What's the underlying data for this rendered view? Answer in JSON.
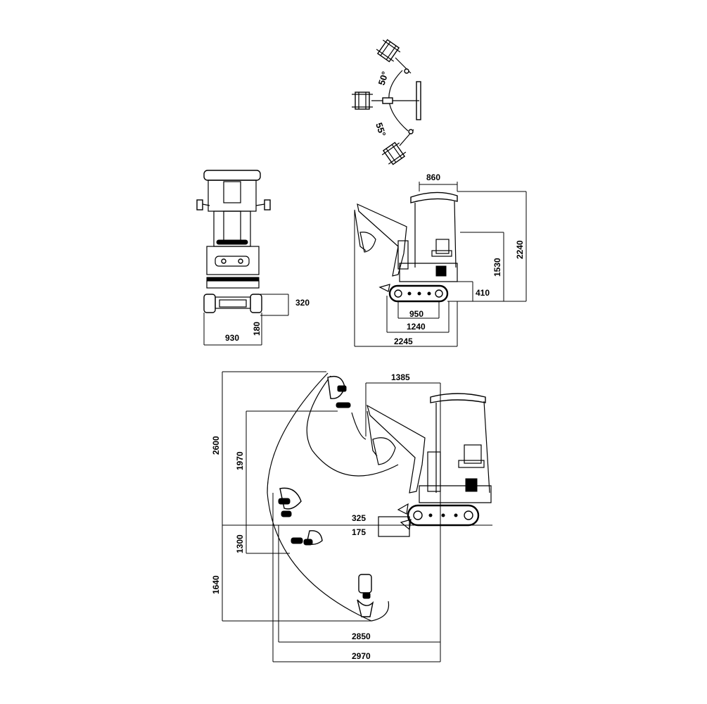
{
  "swing_view": {
    "angle_left": "50°",
    "angle_right": "55°"
  },
  "front_view": {
    "dim_blade_height": "320",
    "dim_track_width": "930",
    "dim_blade_drop": "180"
  },
  "side_view": {
    "dim_canopy_offset": "860",
    "dim_total_height": "2240",
    "dim_rear_height": "1530",
    "dim_rear_radius": "410",
    "dim_track_gauge": "950",
    "dim_track_length": "1240",
    "dim_transport_length": "2245"
  },
  "working_range": {
    "dim_min_swing": "1385",
    "dim_max_dig_height": "2600",
    "dim_max_dump_height": "1970",
    "dim_blade_lift": "325",
    "dim_blade_dig": "175",
    "dim_vertical_dig_depth": "1300",
    "dim_max_dig_depth": "1640",
    "dim_reach_ground": "2850",
    "dim_max_reach": "2970"
  }
}
